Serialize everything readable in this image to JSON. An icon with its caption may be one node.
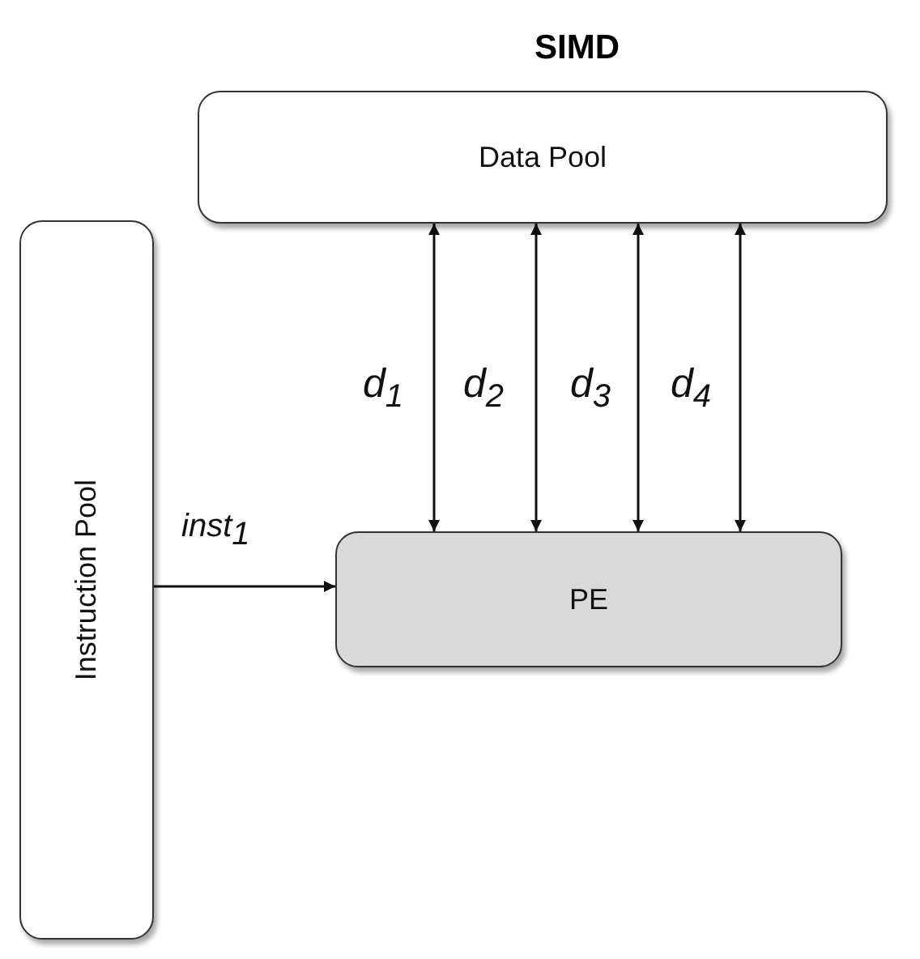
{
  "diagram": {
    "title": "SIMD",
    "nodes": [
      {
        "text": [
          "Data Pool"
        ]
      },
      {
        "text": [
          "Instruction Pool"
        ]
      },
      {
        "text": [
          "PE"
        ]
      }
    ],
    "edges": [
      {
        "from": 0,
        "to": 2,
        "arrow": "both",
        "label": "d$_{1}$"
      },
      {
        "from": 0,
        "to": 2,
        "arrow": "both",
        "label": "d$_{2}$"
      },
      {
        "from": 0,
        "to": 2,
        "arrow": "both",
        "label": "d$_{3}$"
      },
      {
        "from": 0,
        "to": 2,
        "arrow": "both",
        "label": "d$_{4}$"
      },
      {
        "from": 1,
        "to": 2,
        "arrow": "to",
        "label": "inst$_{1}$"
      }
    ]
  }
}
